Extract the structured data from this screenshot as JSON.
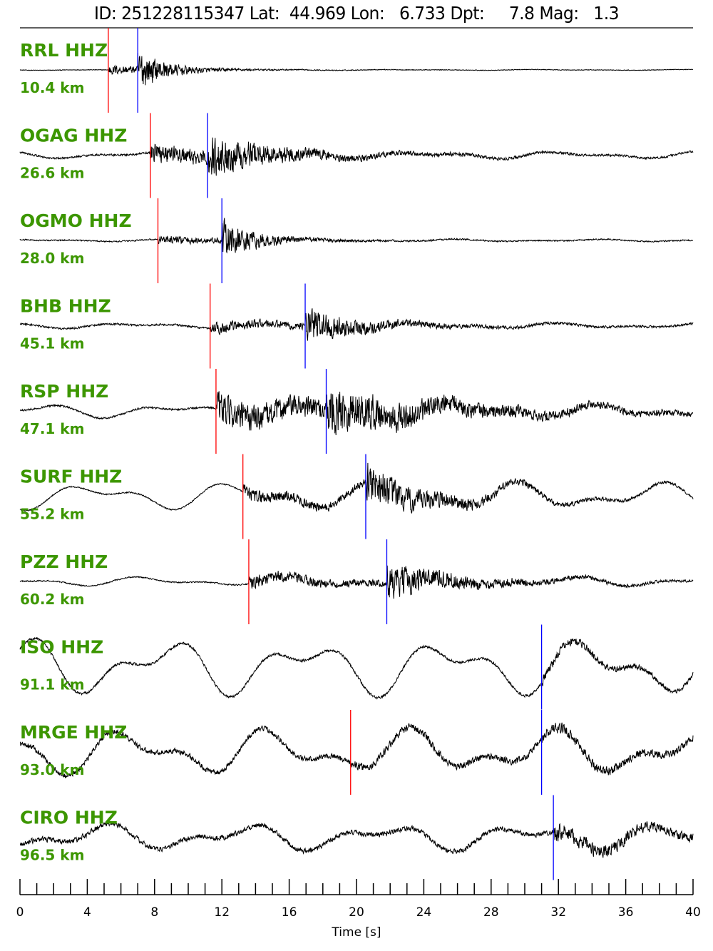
{
  "title": "ID: 251228115347 Lat:  44.969 Lon:   6.733 Dpt:     7.8 Mag:   1.3",
  "colors": {
    "label": "#3c9600",
    "p_pick": "#ff0000",
    "s_pick": "#0000ff",
    "trace": "#000000"
  },
  "chart_data": {
    "type": "line",
    "title": "ID: 251228115347 Lat:  44.969 Lon:   6.733 Dpt:     7.8 Mag:   1.3",
    "xlabel": "Time [s]",
    "xlim": [
      0,
      40
    ],
    "xticks": [
      "0",
      "4",
      "8",
      "12",
      "16",
      "20",
      "24",
      "28",
      "32",
      "36",
      "40"
    ],
    "minor_tick_step": 1,
    "series": [
      {
        "name": "RRL HHZ",
        "distance": "10.4 km",
        "p_pick": 5.25,
        "s_pick": 7.0,
        "noise": 0.01,
        "p_amp": 0.15,
        "s_amp": 0.55,
        "decay": 1.5,
        "longperiod": 0.01
      },
      {
        "name": "OGAG HHZ",
        "distance": "26.6 km",
        "p_pick": 7.75,
        "s_pick": 11.15,
        "noise": 0.03,
        "p_amp": 0.28,
        "s_amp": 0.5,
        "decay": 3,
        "longperiod": 0.09
      },
      {
        "name": "OGMO HHZ",
        "distance": "28.0 km",
        "p_pick": 8.2,
        "s_pick": 12.0,
        "noise": 0.02,
        "p_amp": 0.12,
        "s_amp": 0.55,
        "decay": 2,
        "longperiod": 0.03
      },
      {
        "name": "BHB HHZ",
        "distance": "45.1 km",
        "p_pick": 11.3,
        "s_pick": 16.95,
        "noise": 0.03,
        "p_amp": 0.15,
        "s_amp": 0.45,
        "decay": 3,
        "longperiod": 0.07
      },
      {
        "name": "RSP HHZ",
        "distance": "47.1 km",
        "p_pick": 11.65,
        "s_pick": 18.2,
        "noise": 0.03,
        "p_amp": 0.45,
        "s_amp": 0.5,
        "decay": 5,
        "longperiod": 0.18
      },
      {
        "name": "SURF HHZ",
        "distance": "55.2 km",
        "p_pick": 13.25,
        "s_pick": 20.55,
        "noise": 0.02,
        "p_amp": 0.2,
        "s_amp": 0.5,
        "decay": 4,
        "longperiod": 0.35
      },
      {
        "name": "PZZ HHZ",
        "distance": "60.2 km",
        "p_pick": 13.6,
        "s_pick": 21.8,
        "noise": 0.02,
        "p_amp": 0.18,
        "s_amp": 0.45,
        "decay": 4,
        "longperiod": 0.12
      },
      {
        "name": "ISO HHZ",
        "distance": "91.1 km",
        "p_pick": null,
        "s_pick": 31.0,
        "noise": 0.04,
        "p_amp": 0.0,
        "s_amp": 0.12,
        "decay": 6,
        "longperiod": 0.75
      },
      {
        "name": "MRGE HHZ",
        "distance": "93.0 km",
        "p_pick": 19.65,
        "s_pick": 31.0,
        "noise": 0.08,
        "p_amp": 0.05,
        "s_amp": 0.08,
        "decay": 6,
        "longperiod": 0.6
      },
      {
        "name": "CIRO HHZ",
        "distance": "96.5 km",
        "p_pick": null,
        "s_pick": 31.7,
        "noise": 0.08,
        "p_amp": 0.03,
        "s_amp": 0.2,
        "decay": 6,
        "longperiod": 0.35
      }
    ]
  }
}
